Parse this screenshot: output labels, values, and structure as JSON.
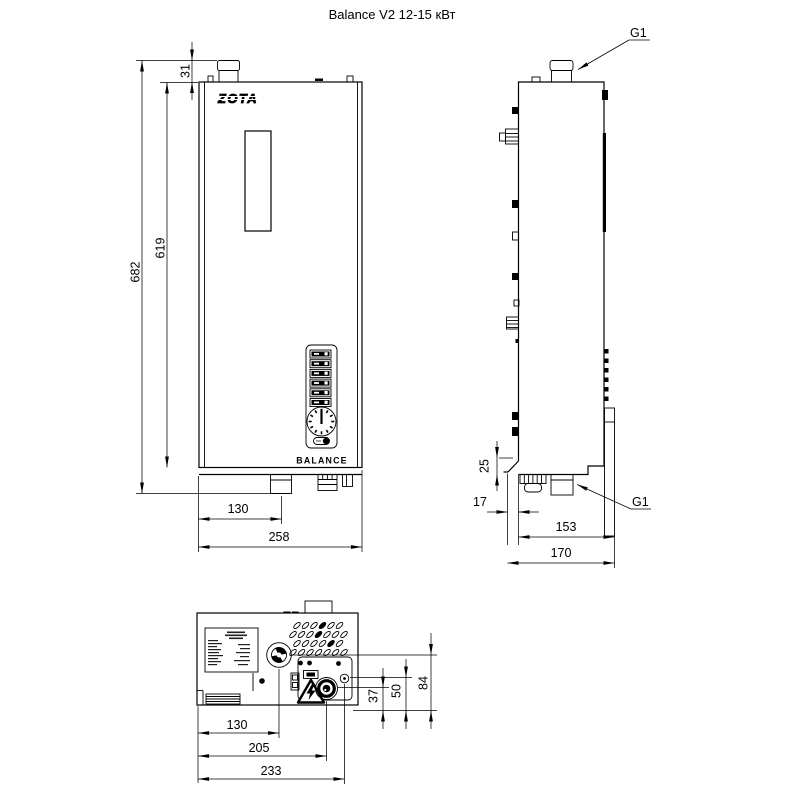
{
  "title": "Balance V2 12-15 кВт",
  "front_view": {
    "brand_logo": "ZOTA",
    "model_label": "BALANCE",
    "dim_fitting_height": "31",
    "dim_body_height": "619",
    "dim_overall_height": "682",
    "dim_pipe_offset": "130",
    "dim_width": "258"
  },
  "side_view": {
    "top_pipe_thread": "G1",
    "bottom_pipe_thread": "G1",
    "dim_lip_height": "25",
    "dim_lip_depth": "17",
    "dim_case_depth": "153",
    "dim_overall_depth": "170"
  },
  "bottom_view": {
    "dim_pipe_offset": "130",
    "dim_connector_offset": "205",
    "dim_terminal_offset": "233",
    "dim_connector_depth": "37",
    "dim_terminal_depth": "50",
    "dim_pipe_depth": "84"
  }
}
